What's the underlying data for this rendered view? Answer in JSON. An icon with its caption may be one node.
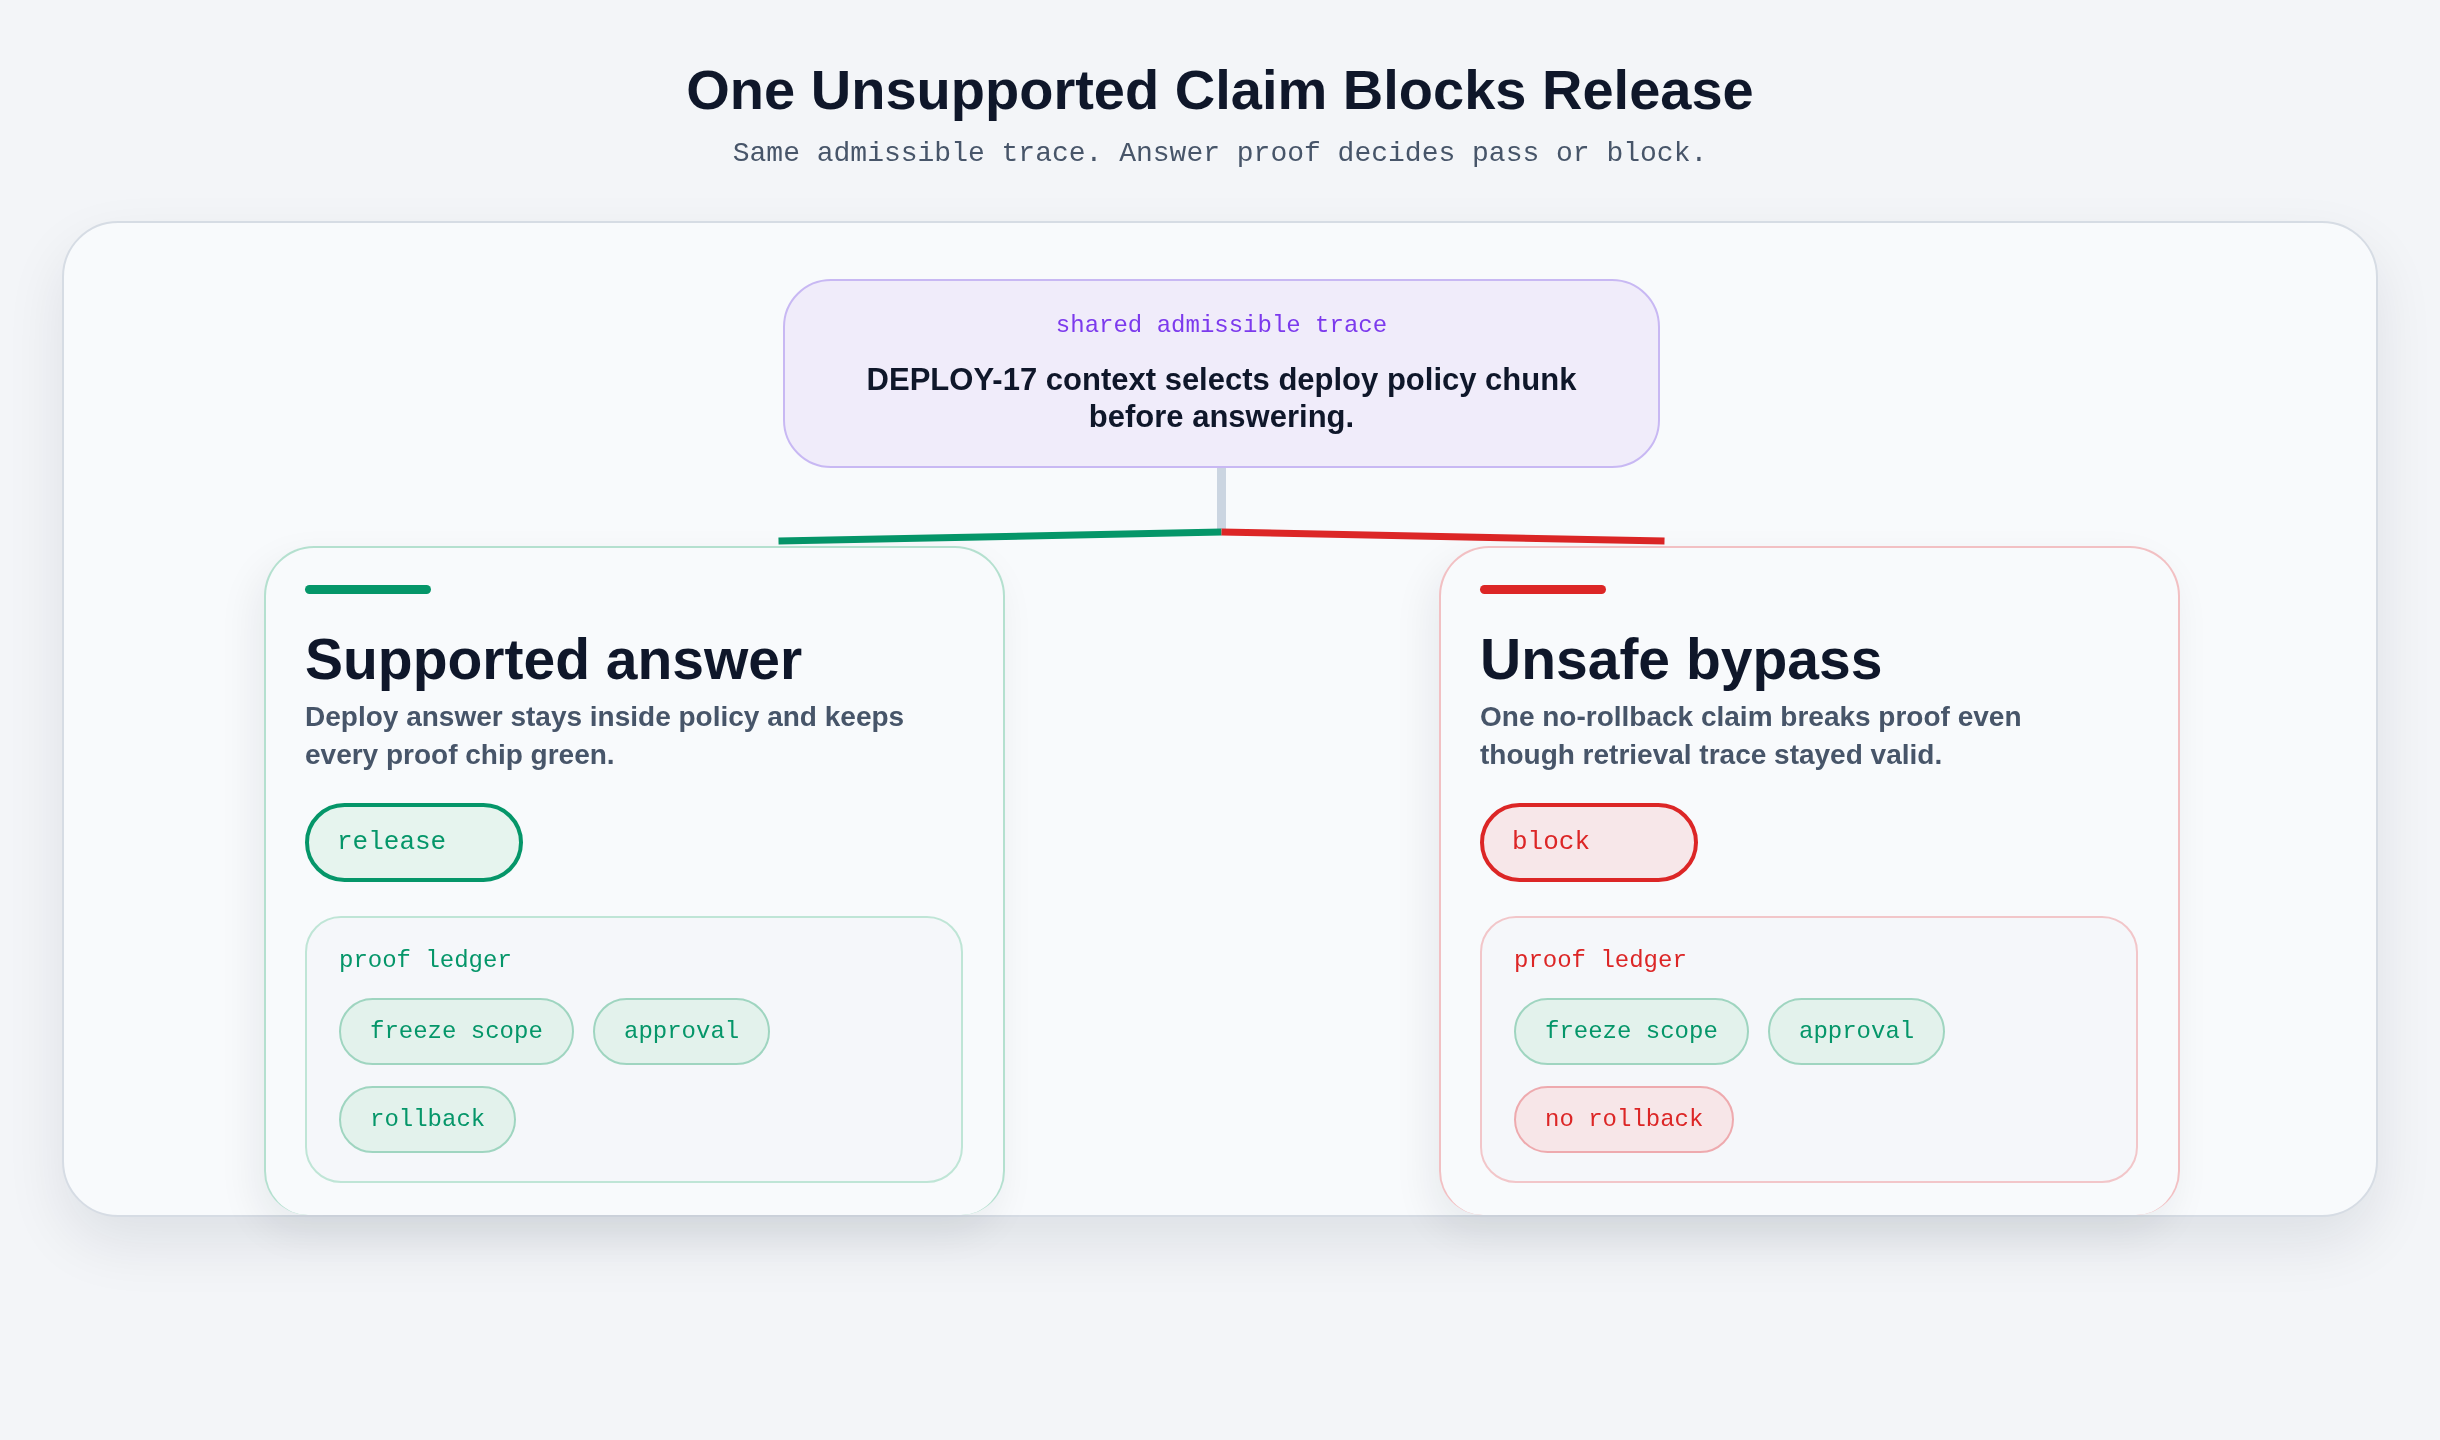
{
  "diagram": {
    "title": "One Unsupported Claim Blocks Release",
    "labels": [
      "Same admissible trace. Answer proof decides pass or block."
    ],
    "nodes": [
      {
        "text": [
          "shared admissible trace",
          "DEPLOY-17 context selects deploy policy chunk before answering."
        ]
      },
      {
        "text": [
          "Supported answer",
          "Deploy answer stays inside policy and keeps every proof chip green."
        ]
      },
      {
        "text": [
          "release"
        ],
        "in": 1
      },
      {
        "text": [
          "proof ledger"
        ],
        "in": 1
      },
      {
        "text": [
          "freeze scope"
        ],
        "in": 3
      },
      {
        "text": [
          "approval"
        ],
        "in": 3
      },
      {
        "text": [
          "rollback"
        ],
        "in": 3
      },
      {
        "text": [
          "Unsafe bypass",
          "One no-rollback claim breaks proof even though retrieval trace stayed valid."
        ]
      },
      {
        "text": [
          "block"
        ],
        "in": 7
      },
      {
        "text": [
          "proof ledger"
        ],
        "in": 7
      },
      {
        "text": [
          "freeze scope"
        ],
        "in": 9
      },
      {
        "text": [
          "approval"
        ],
        "in": 9
      },
      {
        "text": [
          "no rollback"
        ],
        "in": 9
      }
    ],
    "edges": [
      {
        "from": 0,
        "to": 1,
        "arrow": "none",
        "color": "#059669"
      },
      {
        "from": 0,
        "to": 7,
        "arrow": "none",
        "color": "#dc2626"
      }
    ]
  }
}
